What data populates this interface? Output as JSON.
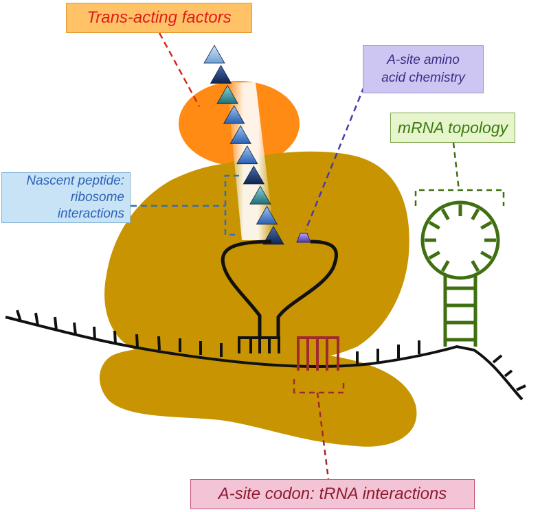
{
  "labels": {
    "trans_acting": "Trans-acting factors",
    "asite_line1": "A-site amino",
    "asite_line2": "acid chemistry",
    "mrna_topology": "mRNA topology",
    "nascent_line1": "Nascent peptide:",
    "nascent_line2": "ribosome",
    "nascent_line3": "interactions",
    "codon": "A-site codon: tRNA interactions"
  },
  "colors": {
    "ribosome": "#c89402",
    "trans_factor": "#ff8a14",
    "trna": "#111111",
    "mrna": "#111111",
    "hairpin": "#3f6f10",
    "codon_bracket": "#9e2a2f",
    "nascent_bracket": "#2f6fbf",
    "trans_connector": "#d12a1e",
    "asite_connector": "#4a3aa5",
    "peptide_light": "#8fb9e0",
    "peptide_dark": "#1b3a6e",
    "peptide_teal": "#3a9aa0",
    "peptide_blue": "#3f78c9",
    "asite_residue": "#6a5acd"
  },
  "peptide_residues": [
    "light",
    "dark",
    "teal",
    "blue",
    "blue",
    "blue",
    "dark",
    "teal",
    "blue",
    "dark"
  ]
}
